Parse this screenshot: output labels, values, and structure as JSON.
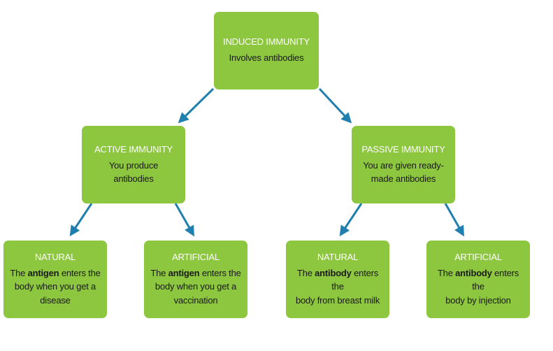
{
  "colors": {
    "box": "#8dc63f",
    "arrow": "#1f7fae",
    "title": "#ffffff",
    "text": "#1a1a1a"
  },
  "induced": {
    "title": "INDUCED IMMUNITY",
    "body": "Involves antibodies"
  },
  "active": {
    "title": "ACTIVE IMMUNITY",
    "line1": "You produce",
    "line2": "antibodies"
  },
  "passive": {
    "title": "PASSIVE IMMUNITY",
    "line1": "You are given ready-",
    "line2": "made antibodies"
  },
  "active_natural": {
    "title": "NATURAL",
    "pre": "The ",
    "bold": "antigen",
    "post": " enters the",
    "line2": "body when you get a",
    "line3": "disease"
  },
  "active_artificial": {
    "title": "ARTIFICIAL",
    "pre": "The ",
    "bold": "antigen",
    "post": " enters the",
    "line2": "body when you get a",
    "line3": "vaccination"
  },
  "passive_natural": {
    "title": "NATURAL",
    "pre": "The ",
    "bold": "antibody",
    "post": " enters the",
    "line2": "body from breast milk"
  },
  "passive_artificial": {
    "title": "ARTIFICIAL",
    "pre": "The ",
    "bold": "antibody",
    "post": " enters the",
    "line2": "body by injection"
  }
}
